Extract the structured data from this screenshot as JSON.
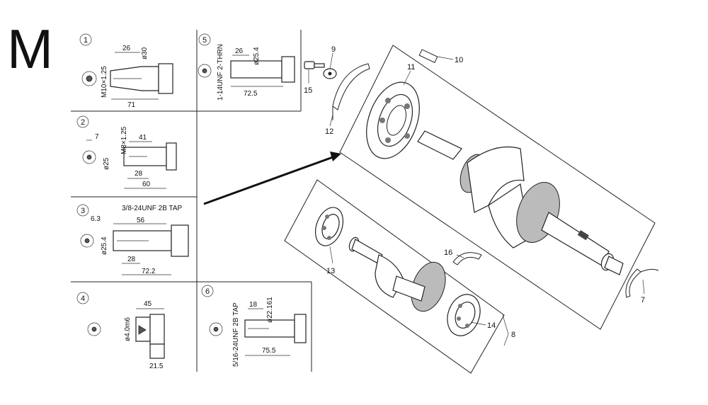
{
  "section_letter": "M",
  "variants": [
    {
      "num": "1",
      "labels": {
        "thread": "M10×1.25",
        "len_a": "26",
        "dia": "ø30",
        "total": "71"
      }
    },
    {
      "num": "2",
      "labels": {
        "side": "7",
        "thread": "M8×1.25",
        "len_a": "41",
        "dia": "ø25",
        "len_b": "28",
        "total": "60"
      }
    },
    {
      "num": "3",
      "labels": {
        "tap": "3/8-24UNF 2B TAP",
        "side": "6.3",
        "len_a": "56",
        "dia": "ø25.4",
        "len_b": "28",
        "total": "72.2"
      }
    },
    {
      "num": "4",
      "labels": {
        "len_a": "45",
        "dia": "ø4.0m6",
        "total": "21.5"
      }
    },
    {
      "num": "5",
      "labels": {
        "thread": "1-14UNF 2-THRN",
        "len_a": "26",
        "dia": "ø25.4",
        "total": "72.5"
      }
    },
    {
      "num": "6",
      "labels": {
        "tap": "5/16-24UNF 2B TAP",
        "len_a": "18",
        "dia": "ø22.161",
        "total": "75.5"
      }
    }
  ],
  "callouts": {
    "c7": "7",
    "c8": "8",
    "c9": "9",
    "c10": "10",
    "c11": "11",
    "c12": "12",
    "c13": "13",
    "c14": "14",
    "c15": "15",
    "c16": "16"
  },
  "icons": {
    "arrow": "pointer-arrow-icon",
    "crankshaft": "crankshaft-icon",
    "camshaft": "camshaft-icon",
    "bearing": "ball-bearing-icon"
  }
}
